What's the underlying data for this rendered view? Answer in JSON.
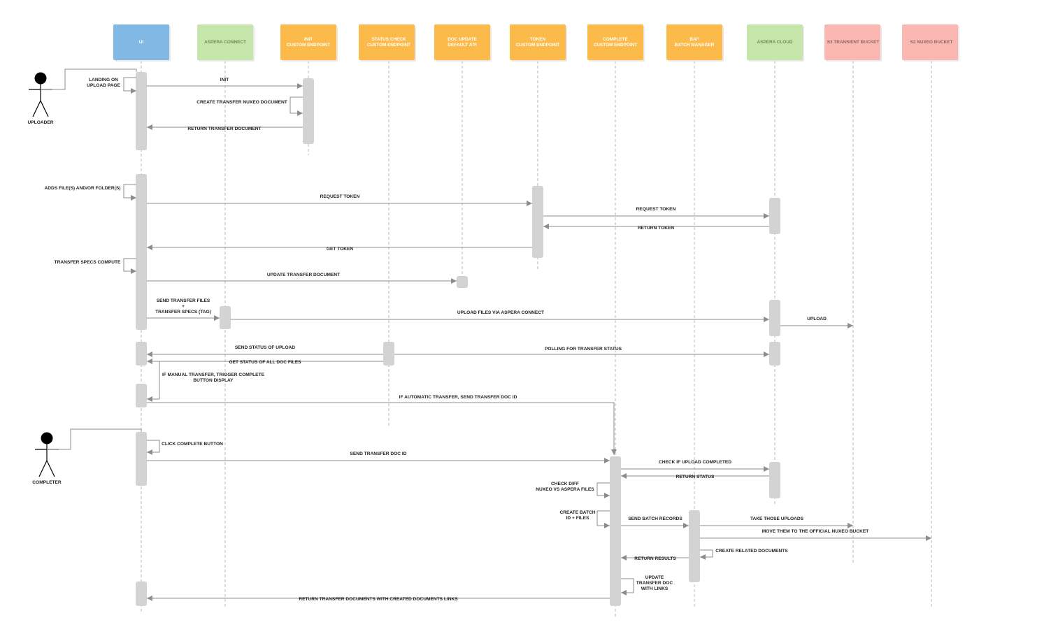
{
  "participants": [
    {
      "id": "ui",
      "lines": [
        "UI"
      ],
      "color": "#82b9e4",
      "text": "#ffffff"
    },
    {
      "id": "aspera-connect",
      "lines": [
        "ASPERA CONNECT"
      ],
      "color": "#c6e5aa",
      "text": "#6b8f52"
    },
    {
      "id": "init",
      "lines": [
        "INIT",
        "CUSTOM ENDPOINT"
      ],
      "color": "#fbba49",
      "text": "#ffffff"
    },
    {
      "id": "status-check",
      "lines": [
        "STATUS CHECK",
        "CUSTOM ENDPOINT"
      ],
      "color": "#fbba49",
      "text": "#ffffff"
    },
    {
      "id": "doc-update",
      "lines": [
        "DOC UPDATE",
        "DEFAULT API"
      ],
      "color": "#fbba49",
      "text": "#ffffff"
    },
    {
      "id": "token",
      "lines": [
        "TOKEN",
        "CUSTOM ENDPOINT"
      ],
      "color": "#fbba49",
      "text": "#ffffff"
    },
    {
      "id": "complete",
      "lines": [
        "COMPLETE",
        "CUSTOM ENDPOINT"
      ],
      "color": "#fbba49",
      "text": "#ffffff"
    },
    {
      "id": "baf",
      "lines": [
        "BAF",
        "BATCH MANAGER"
      ],
      "color": "#fbba49",
      "text": "#ffffff"
    },
    {
      "id": "aspera-cloud",
      "lines": [
        "ASPERA CLOUD"
      ],
      "color": "#c6e5aa",
      "text": "#6b8f52"
    },
    {
      "id": "s3-transient",
      "lines": [
        "S3 TRANSIENT BUCKET"
      ],
      "color": "#fbb8b3",
      "text": "#8a6763"
    },
    {
      "id": "s3-nuxeo",
      "lines": [
        "S3 NUXEO BUCKET"
      ],
      "color": "#fbb8b3",
      "text": "#8a6763"
    }
  ],
  "actors": [
    {
      "id": "uploader",
      "label": "UPLOADER"
    },
    {
      "id": "completer",
      "label": "COMPLETER"
    }
  ],
  "messages": [
    {
      "id": "landing",
      "lines": [
        "LANDING ON",
        "UPLOAD PAGE"
      ]
    },
    {
      "id": "init",
      "lines": [
        "INIT"
      ]
    },
    {
      "id": "create-transfer",
      "lines": [
        "CREATE TRANSFER NUXEO DOCUMENT"
      ]
    },
    {
      "id": "return-transfer",
      "lines": [
        "RETURN TRANSFER DOCUMENT"
      ]
    },
    {
      "id": "adds-files",
      "lines": [
        "ADDS FILE(S) AND/OR FOLDER(S)"
      ]
    },
    {
      "id": "request-token-1",
      "lines": [
        "REQUEST TOKEN"
      ]
    },
    {
      "id": "request-token-2",
      "lines": [
        "REQUEST TOKEN"
      ]
    },
    {
      "id": "return-token",
      "lines": [
        "RETURN TOKEN"
      ]
    },
    {
      "id": "get-token",
      "lines": [
        "GET TOKEN"
      ]
    },
    {
      "id": "specs-compute",
      "lines": [
        "TRANSFER SPECS COMPUTE"
      ]
    },
    {
      "id": "update-doc",
      "lines": [
        "UPDATE TRANSFER DOCUMENT"
      ]
    },
    {
      "id": "send-files",
      "lines": [
        "SEND TRANSFER FILES",
        "+",
        "TRANSFER SPECS (TAG)"
      ]
    },
    {
      "id": "upload-via",
      "lines": [
        "UPLOAD FILES VIA ASPERA CONNECT"
      ]
    },
    {
      "id": "upload",
      "lines": [
        "UPLOAD"
      ]
    },
    {
      "id": "send-status",
      "lines": [
        "SEND STATUS OF UPLOAD"
      ]
    },
    {
      "id": "polling",
      "lines": [
        "POLLING FOR TRANSFER STATUS"
      ]
    },
    {
      "id": "get-status",
      "lines": [
        "GET STATUS OF ALL DOC FILES"
      ]
    },
    {
      "id": "if-manual",
      "lines": [
        "IF MANUAL TRANSFER, TRIGGER  COMPLETE",
        "BUTTON DISPLAY"
      ]
    },
    {
      "id": "if-auto",
      "lines": [
        "IF AUTOMATIC TRANSFER, SEND TRANSFER DOC ID"
      ]
    },
    {
      "id": "click-complete",
      "lines": [
        "CLICK COMPLETE BUTTON"
      ]
    },
    {
      "id": "send-doc-id",
      "lines": [
        "SEND TRANSFER DOC ID"
      ]
    },
    {
      "id": "check-upload",
      "lines": [
        "CHECK IF UPLOAD COMPLETED"
      ]
    },
    {
      "id": "return-status",
      "lines": [
        "RETURN STATUS"
      ]
    },
    {
      "id": "check-diff",
      "lines": [
        "CHECK DIFF",
        "NUXEO VS ASPERA FILES"
      ]
    },
    {
      "id": "create-batch",
      "lines": [
        "CREATE BATCH",
        "ID + FILES"
      ]
    },
    {
      "id": "send-batch",
      "lines": [
        "SEND BATCH RECORDS"
      ]
    },
    {
      "id": "take-uploads",
      "lines": [
        "TAKE THOSE UPLOADS"
      ]
    },
    {
      "id": "move-them",
      "lines": [
        "MOVE THEM TO THE OFFICIAL  NUXEO BUCKET"
      ]
    },
    {
      "id": "create-related",
      "lines": [
        "CREATE RELATED DOCUMENTS"
      ]
    },
    {
      "id": "return-results",
      "lines": [
        "RETURN RESULTS"
      ]
    },
    {
      "id": "update-links",
      "lines": [
        "UPDATE",
        "TRANSFER DOC",
        "WITH LINKS"
      ]
    },
    {
      "id": "return-docs",
      "lines": [
        "RETURN TRANSFER DOCUMENTS WITH CREATED DOCUMENTS LINKS"
      ]
    }
  ]
}
